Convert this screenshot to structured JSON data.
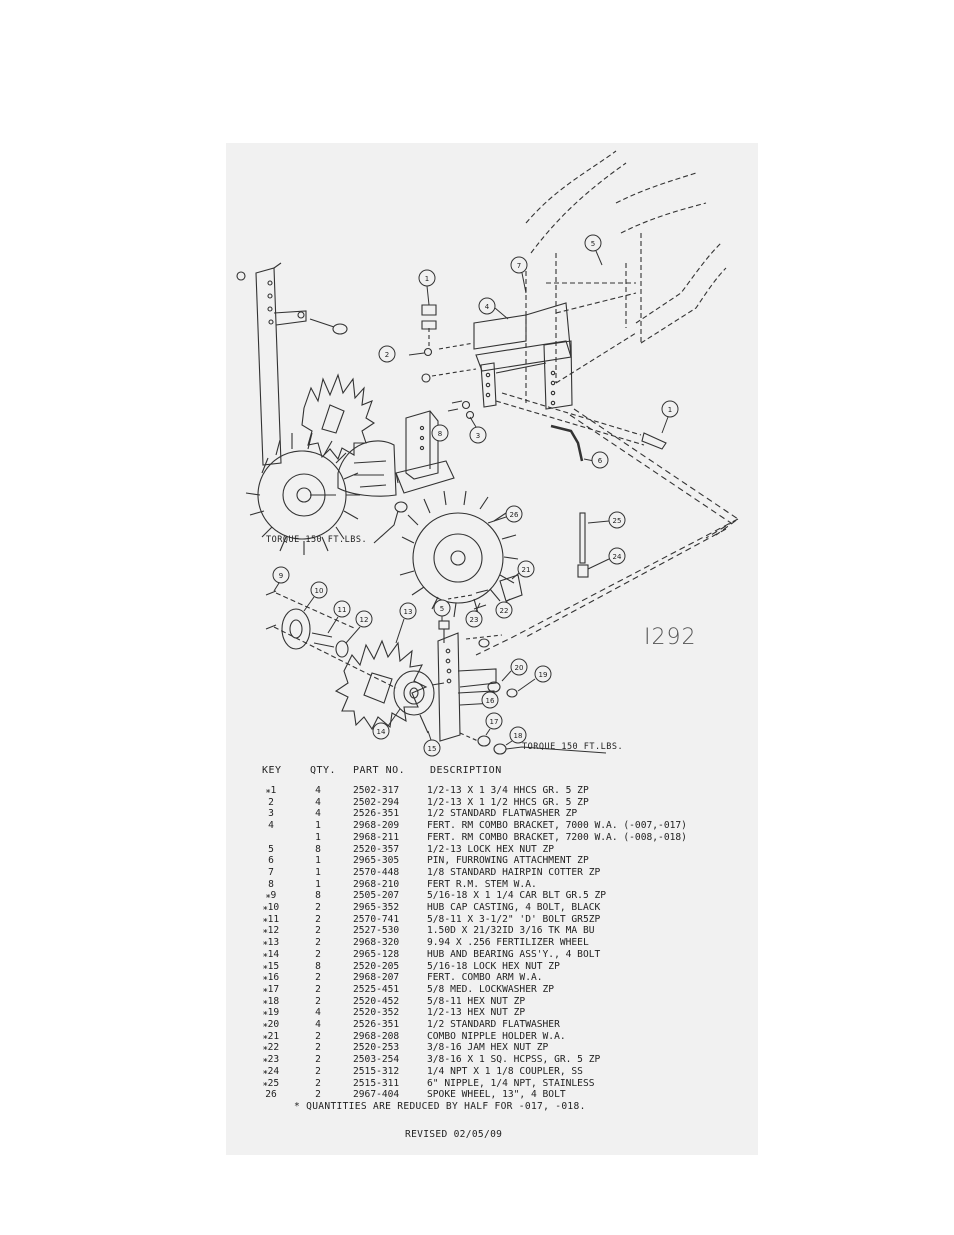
{
  "diagram": {
    "id": "I292",
    "torque_label_1": "TORQUE 150 FT.LBS.",
    "torque_label_2": "TORQUE 150 FT.LBS.",
    "callouts": [
      "1",
      "2",
      "7",
      "4",
      "5",
      "8",
      "3",
      "1",
      "6",
      "26",
      "25",
      "24",
      "9",
      "10",
      "11",
      "12",
      "13",
      "5",
      "21",
      "22",
      "23",
      "20",
      "19",
      "16",
      "14",
      "15",
      "17",
      "18"
    ]
  },
  "table": {
    "headers": {
      "key": "KEY",
      "qty": "QTY.",
      "part": "PART NO.",
      "desc": "DESCRIPTION"
    },
    "rows": [
      {
        "key": "⁎1",
        "qty": "4",
        "part": "2502-317",
        "desc": "1/2-13 X 1 3/4 HHCS GR. 5 ZP"
      },
      {
        "key": "2",
        "qty": "4",
        "part": "2502-294",
        "desc": "1/2-13 X 1 1/2 HHCS GR. 5 ZP"
      },
      {
        "key": "3",
        "qty": "4",
        "part": "2526-351",
        "desc": "1/2 STANDARD FLATWASHER ZP"
      },
      {
        "key": "4",
        "qty": "1",
        "part": "2968-209",
        "desc": "FERT. RM COMBO BRACKET, 7000 W.A. (-007,-017)"
      },
      {
        "key": "",
        "qty": "1",
        "part": "2968-211",
        "desc": "FERT. RM COMBO BRACKET, 7200 W.A. (-008,-018)"
      },
      {
        "key": "5",
        "qty": "8",
        "part": "2520-357",
        "desc": "1/2-13 LOCK HEX NUT ZP"
      },
      {
        "key": "6",
        "qty": "1",
        "part": "2965-305",
        "desc": "PIN, FURROWING ATTACHMENT ZP"
      },
      {
        "key": "7",
        "qty": "1",
        "part": "2570-448",
        "desc": "1/8 STANDARD HAIRPIN COTTER ZP"
      },
      {
        "key": "8",
        "qty": "1",
        "part": "2968-210",
        "desc": "FERT R.M. STEM W.A."
      },
      {
        "key": "⁎9",
        "qty": "8",
        "part": "2505-207",
        "desc": "5/16-18 X 1 1/4 CAR BLT GR.5 ZP"
      },
      {
        "key": "⁎10",
        "qty": "2",
        "part": "2965-352",
        "desc": "HUB CAP CASTING, 4 BOLT, BLACK"
      },
      {
        "key": "⁎11",
        "qty": "2",
        "part": "2570-741",
        "desc": "5/8-11 X 3-1/2\" 'D' BOLT GR5ZP"
      },
      {
        "key": "⁎12",
        "qty": "2",
        "part": "2527-530",
        "desc": "1.50D X 21/32ID 3/16 TK MA BU"
      },
      {
        "key": "⁎13",
        "qty": "2",
        "part": "2968-320",
        "desc": "9.94 X .256 FERTILIZER WHEEL"
      },
      {
        "key": "⁎14",
        "qty": "2",
        "part": "2965-128",
        "desc": "HUB AND BEARING ASS'Y., 4 BOLT"
      },
      {
        "key": "⁎15",
        "qty": "8",
        "part": "2520-205",
        "desc": "5/16-18 LOCK HEX NUT ZP"
      },
      {
        "key": "⁎16",
        "qty": "2",
        "part": "2968-207",
        "desc": "FERT. COMBO ARM W.A."
      },
      {
        "key": "⁎17",
        "qty": "2",
        "part": "2525-451",
        "desc": "5/8 MED. LOCKWASHER ZP"
      },
      {
        "key": "⁎18",
        "qty": "2",
        "part": "2520-452",
        "desc": "5/8-11 HEX NUT ZP"
      },
      {
        "key": "⁎19",
        "qty": "4",
        "part": "2520-352",
        "desc": "1/2-13 HEX NUT ZP"
      },
      {
        "key": "⁎20",
        "qty": "4",
        "part": "2526-351",
        "desc": "1/2 STANDARD FLATWASHER"
      },
      {
        "key": "⁎21",
        "qty": "2",
        "part": "2968-208",
        "desc": "COMBO NIPPLE HOLDER W.A."
      },
      {
        "key": "⁎22",
        "qty": "2",
        "part": "2520-253",
        "desc": "3/8-16 JAM HEX NUT ZP"
      },
      {
        "key": "⁎23",
        "qty": "2",
        "part": "2503-254",
        "desc": "3/8-16 X 1 SQ. HCPSS, GR. 5 ZP"
      },
      {
        "key": "⁎24",
        "qty": "2",
        "part": "2515-312",
        "desc": "1/4 NPT X 1 1/8 COUPLER, SS"
      },
      {
        "key": "⁎25",
        "qty": "2",
        "part": "2515-311",
        "desc": "6\" NIPPLE, 1/4 NPT, STAINLESS"
      },
      {
        "key": "26",
        "qty": "2",
        "part": "2967-404",
        "desc": "SPOKE WHEEL, 13\", 4 BOLT"
      }
    ],
    "footnote": "*   QUANTITIES ARE REDUCED BY HALF FOR -017, -018.",
    "revised": "REVISED 02/05/09"
  }
}
